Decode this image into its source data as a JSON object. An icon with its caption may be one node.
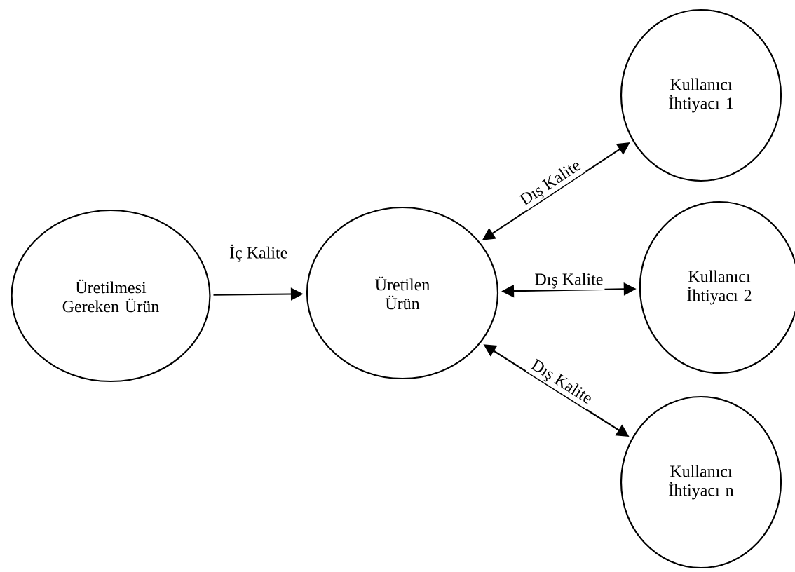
{
  "diagram": {
    "nodes": [
      {
        "text": [
          "Üretilmesi Gereken Ürün"
        ]
      },
      {
        "text": [
          "Üretilen Ürün"
        ]
      },
      {
        "text": [
          "Kullanıcı İhtiyacı 1"
        ]
      },
      {
        "text": [
          "Kullanıcı İhtiyacı 2"
        ]
      },
      {
        "text": [
          "Kullanıcı İhtiyacı n"
        ]
      }
    ],
    "edges": [
      {
        "from": 0,
        "to": 1,
        "arrow": "to",
        "label": "İç Kalite"
      },
      {
        "from": 1,
        "to": 2,
        "arrow": "both",
        "label": "Dış Kalite"
      },
      {
        "from": 1,
        "to": 3,
        "arrow": "both",
        "label": "Dış Kalite"
      },
      {
        "from": 1,
        "to": 4,
        "arrow": "both",
        "label": "Dış Kalite"
      }
    ]
  }
}
